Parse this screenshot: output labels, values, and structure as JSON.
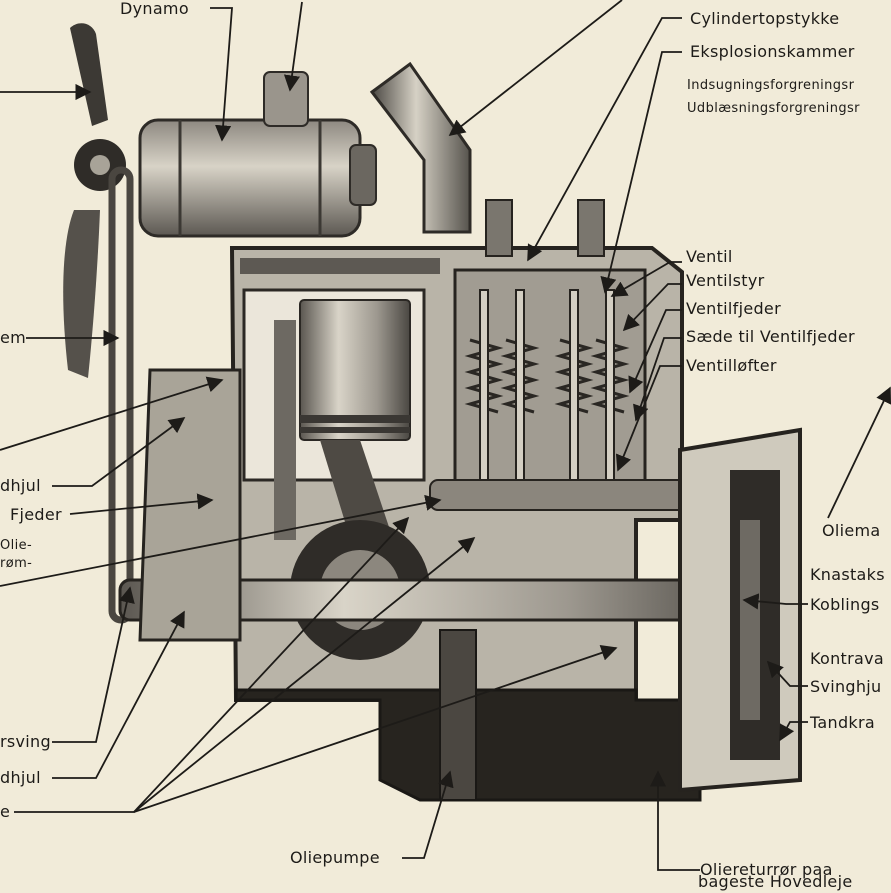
{
  "labels": {
    "dynamo": "Dynamo",
    "cylindertopstykke": "Cylindertopstykke",
    "eksplosionskammer": "Eksplosionskammer",
    "indsugning": "Indsugningsforgreningsr",
    "udblaesning": "Udblæsningsforgreningsr",
    "ventil": "Ventil",
    "ventilstyr": "Ventilstyr",
    "ventilfjeder": "Ventilfjeder",
    "saede": "Sæde til Ventilfjeder",
    "ventilloefter": "Ventilløfter",
    "remskive_rem": "em",
    "tandhjul_top": "dhjul",
    "fjeder": "Fjeder",
    "olie1": "Olie-",
    "olie2": "røm-",
    "oliemad": "Oliema",
    "knastaks": "Knastaks",
    "koblings": "Koblings",
    "kontrava": "Kontrava",
    "svinghjul": "Svinghju",
    "tandkra": "Tandkra",
    "krumtapsving": "rsving",
    "tandhjul_bottom": "dhjul",
    "bottom_e": "e",
    "oliepumpe": "Oliepumpe",
    "oliereturror1": "Oliereturrør paa",
    "oliereturror2": "bageste Hovedleje"
  },
  "colors": {
    "paper": "#f1ebd9",
    "ink": "#1d1b18",
    "metal_light": "#cfcabd",
    "metal_mid": "#8e8a82",
    "metal_dark": "#3a3733",
    "oil_sump": "#27241f"
  }
}
